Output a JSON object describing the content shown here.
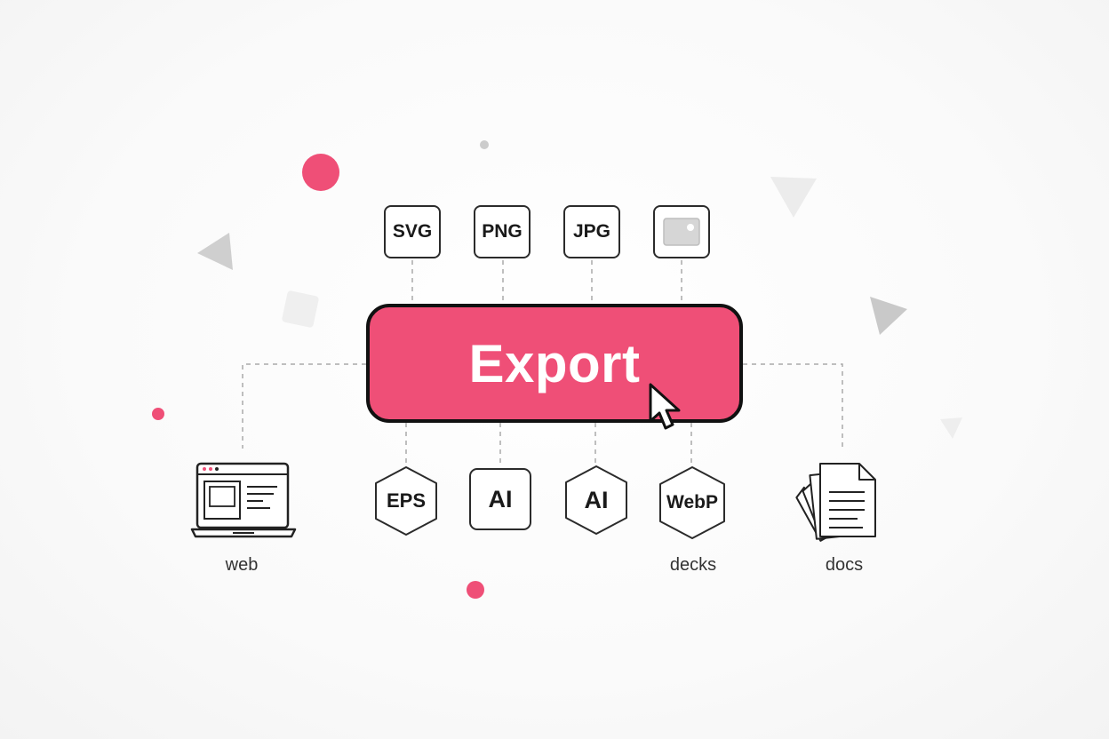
{
  "export_button": {
    "label": "Export"
  },
  "formats_top": [
    {
      "label": "SVG"
    },
    {
      "label": "PNG"
    },
    {
      "label": "JPG"
    },
    {
      "label": "",
      "icon": "image-icon"
    }
  ],
  "formats_bottom": [
    {
      "label": "EPS",
      "shape": "hexagon"
    },
    {
      "label": "AI",
      "shape": "square"
    },
    {
      "label": "AI",
      "shape": "hexagon"
    },
    {
      "label": "WebP",
      "shape": "hexagon"
    }
  ],
  "destinations": [
    {
      "label": "web",
      "icon": "laptop-icon"
    },
    {
      "label": "decks",
      "icon": ""
    },
    {
      "label": "docs",
      "icon": "documents-icon"
    }
  ],
  "colors": {
    "accent": "#ef4f77",
    "outline": "#2b2b2b",
    "decor_gray": "#cfcfcf"
  }
}
